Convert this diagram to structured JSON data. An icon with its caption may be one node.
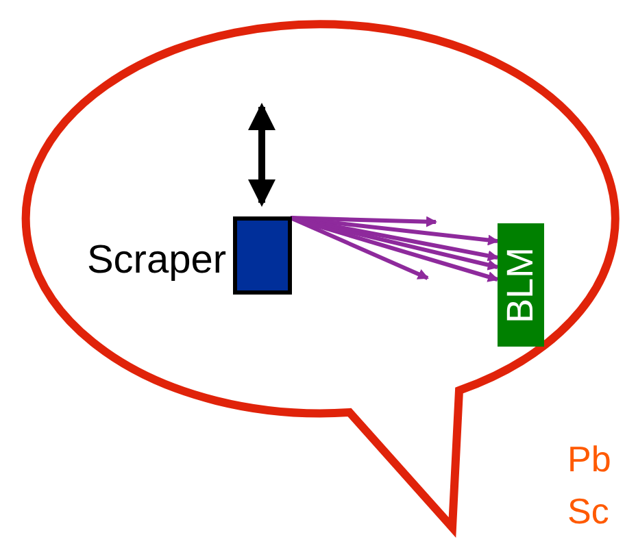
{
  "diagram": {
    "nodes": [
      {
        "text": [],
        "shape": "box",
        "beside": [
          "Scraper"
        ]
      },
      {
        "text": [
          "BLM"
        ]
      }
    ],
    "edges": [
      {
        "from": 0,
        "to": null,
        "arrow": "to"
      },
      {
        "from": 0,
        "to": 1,
        "arrow": "to"
      },
      {
        "from": 0,
        "to": 1,
        "arrow": "to"
      },
      {
        "from": 0,
        "to": 1,
        "arrow": "to"
      },
      {
        "from": 0,
        "to": null,
        "arrow": "to"
      },
      {
        "from": 0,
        "to": 1,
        "arrow": "to"
      }
    ],
    "labels": [
      "Pb",
      "Sc"
    ]
  }
}
